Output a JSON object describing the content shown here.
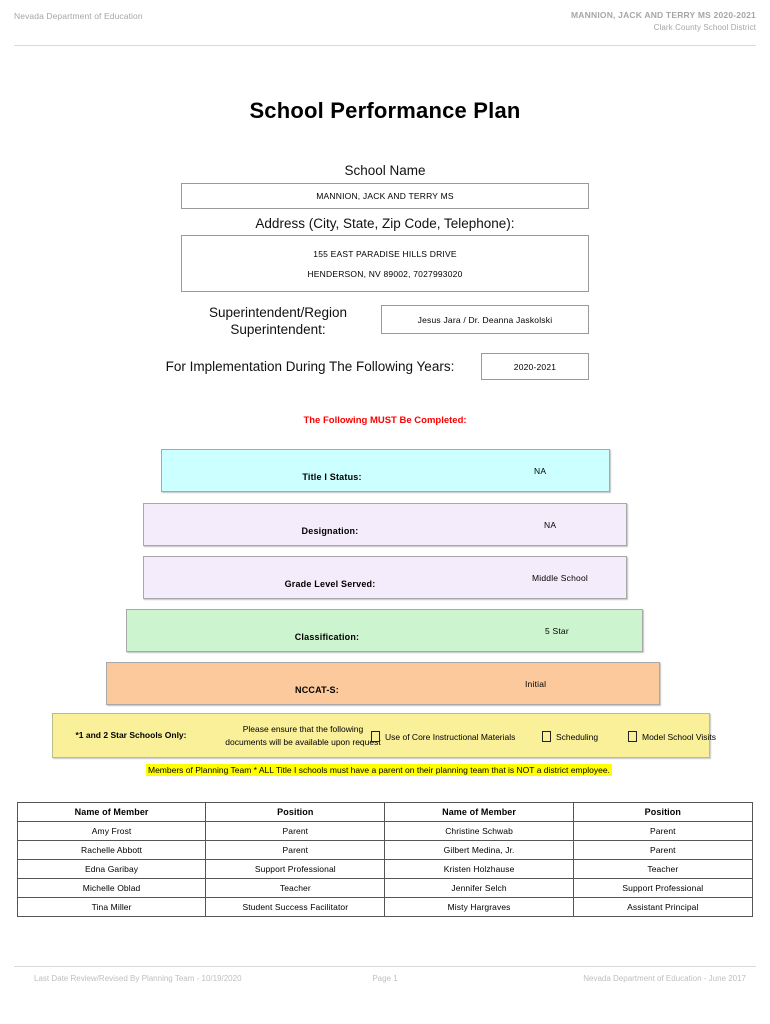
{
  "header": {
    "left": "Nevada Department of Education",
    "school_year": "MANNION, JACK AND TERRY MS  2020-2021",
    "district": "Clark County School District"
  },
  "title": "School Performance Plan",
  "fields": {
    "school_name_label": "School Name",
    "school_name_value": "MANNION, JACK AND TERRY MS",
    "address_label": "Address (City, State, Zip Code, Telephone):",
    "address_line1": "155 EAST PARADISE HILLS DRIVE",
    "address_line2": "HENDERSON, NV  89002, 7027993020",
    "superintendent_label": "Superintendent/Region Superintendent:",
    "superintendent_value": "Jesus Jara / Dr. Deanna Jaskolski",
    "years_label": "For Implementation During The Following Years:",
    "years_value": "2020-2021"
  },
  "must_complete_notice": "The Following MUST Be Completed:",
  "status_bars": [
    {
      "label": "Title I Status:",
      "value": "NA",
      "color": "#ccffff"
    },
    {
      "label": "Designation:",
      "value": "NA",
      "color": "#f4ecfb"
    },
    {
      "label": "Grade Level Served:",
      "value": "Middle School",
      "color": "#f4ecfb"
    },
    {
      "label": "Classification:",
      "value": "5 Star",
      "color": "#ccf5cf"
    },
    {
      "label": "NCCAT-S:",
      "value": "Initial",
      "color": "#fbc99b"
    }
  ],
  "star_schools": {
    "title": "*1 and 2 Star Schools Only:",
    "note_line1": "Please ensure that the following",
    "note_line2": "documents will be available upon request",
    "checkboxes": [
      {
        "label": "Use of Core Instructional Materials",
        "checked": false
      },
      {
        "label": "Scheduling",
        "checked": false
      },
      {
        "label": "Model School Visits",
        "checked": false
      }
    ],
    "highlight_color": "#faf09a"
  },
  "team_note": "Members of Planning Team * ALL Title I schools must have a parent on their planning team that is NOT a district employee.",
  "members_table": {
    "headers": [
      "Name of Member",
      "Position",
      "Name of Member",
      "Position"
    ],
    "rows": [
      [
        "Amy Frost",
        "Parent",
        "Christine Schwab",
        "Parent"
      ],
      [
        "Rachelle Abbott",
        "Parent",
        "Gilbert Medina, Jr.",
        "Parent"
      ],
      [
        "Edna Garibay",
        "Support Professional",
        "Kristen Holzhause",
        "Teacher"
      ],
      [
        "Michelle Oblad",
        "Teacher",
        "Jennifer Selch",
        "Support Professional"
      ],
      [
        "Tina Miller",
        "Student Success Facilitator",
        "Misty Hargraves",
        "Assistant Principal"
      ]
    ]
  },
  "footer": {
    "left": "Last Date Review/Revised By Planning Team - 10/19/2020",
    "center": "Page 1",
    "right": "Nevada Department of Education - June 2017"
  }
}
